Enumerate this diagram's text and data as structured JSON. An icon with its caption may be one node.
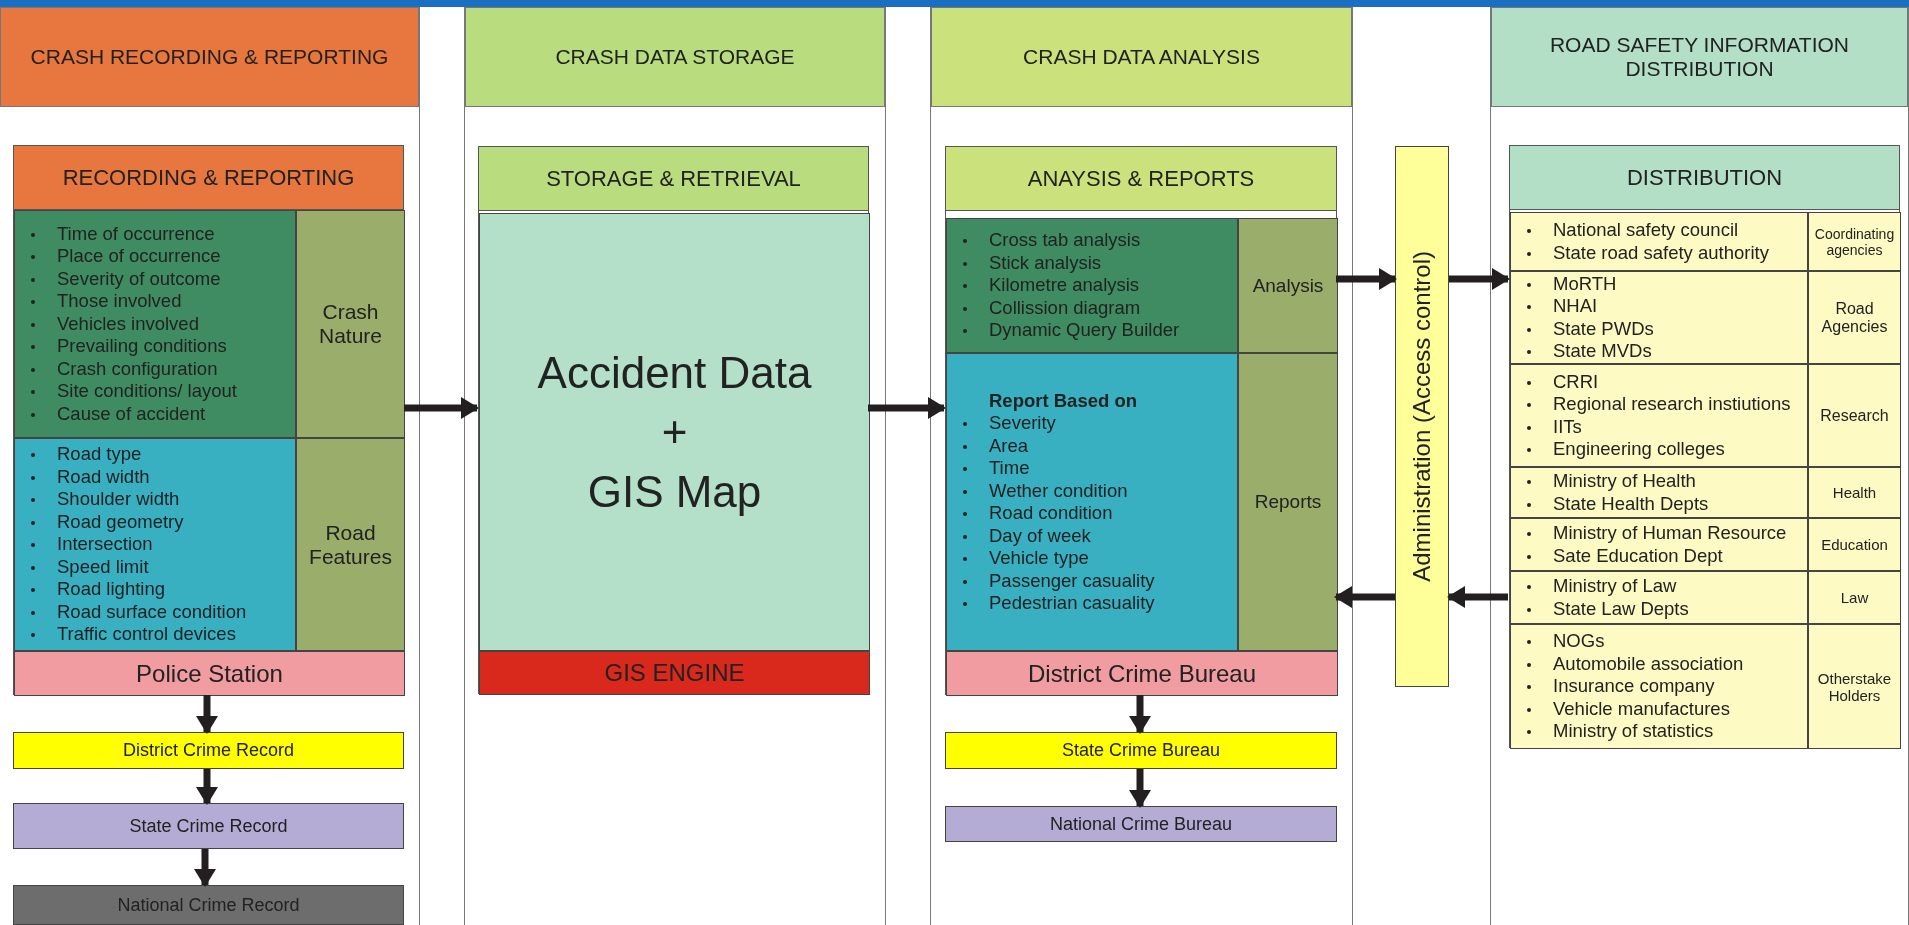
{
  "diagram": {
    "nodes": [
      {
        "text": [
          "CRASH RECORDING & REPORTING"
        ]
      },
      {
        "text": [
          "RECORDING & REPORTING"
        ],
        "in": 0
      },
      {
        "text": [
          "Time of occurrence",
          "Place of occurrence",
          "Severity of outcome",
          "Those involved",
          "Vehicles involved",
          "Prevailing conditions",
          "Crash configuration",
          "Site conditions/ layout",
          "Cause of accident"
        ],
        "in": 1
      },
      {
        "text": [
          "Crash Nature"
        ],
        "in": 1
      },
      {
        "text": [
          "Road type",
          "Road width",
          "Shoulder width",
          "Road geometry",
          "Intersection",
          "Speed limit",
          "Road lighting",
          "Road surface condition",
          "Traffic control devices"
        ],
        "in": 1
      },
      {
        "text": [
          "Road Features"
        ],
        "in": 1
      },
      {
        "text": [
          "Police Station"
        ],
        "in": 1
      },
      {
        "text": [
          "District Crime Record"
        ],
        "in": 0
      },
      {
        "text": [
          "State Crime Record"
        ],
        "in": 0
      },
      {
        "text": [
          "National Crime Record"
        ],
        "in": 0
      },
      {
        "text": [
          "CRASH DATA STORAGE"
        ]
      },
      {
        "text": [
          "STORAGE & RETRIEVAL"
        ],
        "in": 10
      },
      {
        "text": [
          "Accident Data",
          "+",
          "GIS Map"
        ],
        "in": 11
      },
      {
        "text": [
          "GIS ENGINE"
        ],
        "in": 11
      },
      {
        "text": [
          "CRASH DATA ANALYSIS"
        ]
      },
      {
        "text": [
          "ANAYSIS & REPORTS"
        ],
        "in": 14
      },
      {
        "text": [
          "Cross tab analysis",
          "Stick analysis",
          "Kilometre analysis",
          "Collission diagram",
          "Dynamic Query Builder"
        ],
        "in": 15
      },
      {
        "text": [
          "Analysis"
        ],
        "in": 15
      },
      {
        "text": [
          "Report Based on",
          "Severity",
          "Area",
          "Time",
          "Wether condition",
          "Road condition",
          "Day of week",
          "Vehicle type",
          "Passenger casuality",
          "Pedestrian casuality"
        ],
        "in": 15
      },
      {
        "text": [
          "Reports"
        ],
        "in": 15
      },
      {
        "text": [
          "District Crime Bureau"
        ],
        "in": 15
      },
      {
        "text": [
          "State Crime Bureau"
        ],
        "in": 14
      },
      {
        "text": [
          "National Crime Bureau"
        ],
        "in": 14
      },
      {
        "text": [
          "Administration (Access control)"
        ]
      },
      {
        "text": [
          "ROAD SAFETY INFORMATION DISTRIBUTION"
        ]
      },
      {
        "text": [
          "DISTRIBUTION"
        ],
        "in": 24
      },
      {
        "text": [
          "National safety council",
          "State road safety authority"
        ],
        "in": 25
      },
      {
        "text": [
          "Coordinating agencies"
        ],
        "in": 25
      },
      {
        "text": [
          "MoRTH",
          "NHAI",
          "State PWDs",
          "State MVDs"
        ],
        "in": 25
      },
      {
        "text": [
          "Road Agencies"
        ],
        "in": 25
      },
      {
        "text": [
          "CRRI",
          "Regional research instiutions",
          "IITs",
          "Engineering colleges"
        ],
        "in": 25
      },
      {
        "text": [
          "Research"
        ],
        "in": 25
      },
      {
        "text": [
          "Ministry of Health",
          "State Health Depts"
        ],
        "in": 25
      },
      {
        "text": [
          "Health"
        ],
        "in": 25
      },
      {
        "text": [
          "Ministry of Human Resource",
          "Sate Education Dept"
        ],
        "in": 25
      },
      {
        "text": [
          "Education"
        ],
        "in": 25
      },
      {
        "text": [
          "Ministry of Law",
          "State Law Depts"
        ],
        "in": 25
      },
      {
        "text": [
          "Law"
        ],
        "in": 25
      },
      {
        "text": [
          "NOGs",
          "Automobile association",
          "Insurance company",
          "Vehicle manufactures",
          "Ministry of statistics"
        ],
        "in": 25
      },
      {
        "text": [
          "Otherstake Holders"
        ],
        "in": 25
      }
    ],
    "edges": [
      {
        "from": 1,
        "to": 11,
        "arrow": "to"
      },
      {
        "from": 11,
        "to": 15,
        "arrow": "to"
      },
      {
        "from": 15,
        "to": 23,
        "arrow": "to"
      },
      {
        "from": 23,
        "to": 25,
        "arrow": "to"
      },
      {
        "from": 25,
        "to": 23,
        "arrow": "to"
      },
      {
        "from": 23,
        "to": 15,
        "arrow": "to"
      },
      {
        "from": 6,
        "to": 7,
        "arrow": "to"
      },
      {
        "from": 7,
        "to": 8,
        "arrow": "to"
      },
      {
        "from": 8,
        "to": 9,
        "arrow": "to"
      },
      {
        "from": 20,
        "to": 21,
        "arrow": "to"
      },
      {
        "from": 21,
        "to": 22,
        "arrow": "to"
      }
    ]
  }
}
